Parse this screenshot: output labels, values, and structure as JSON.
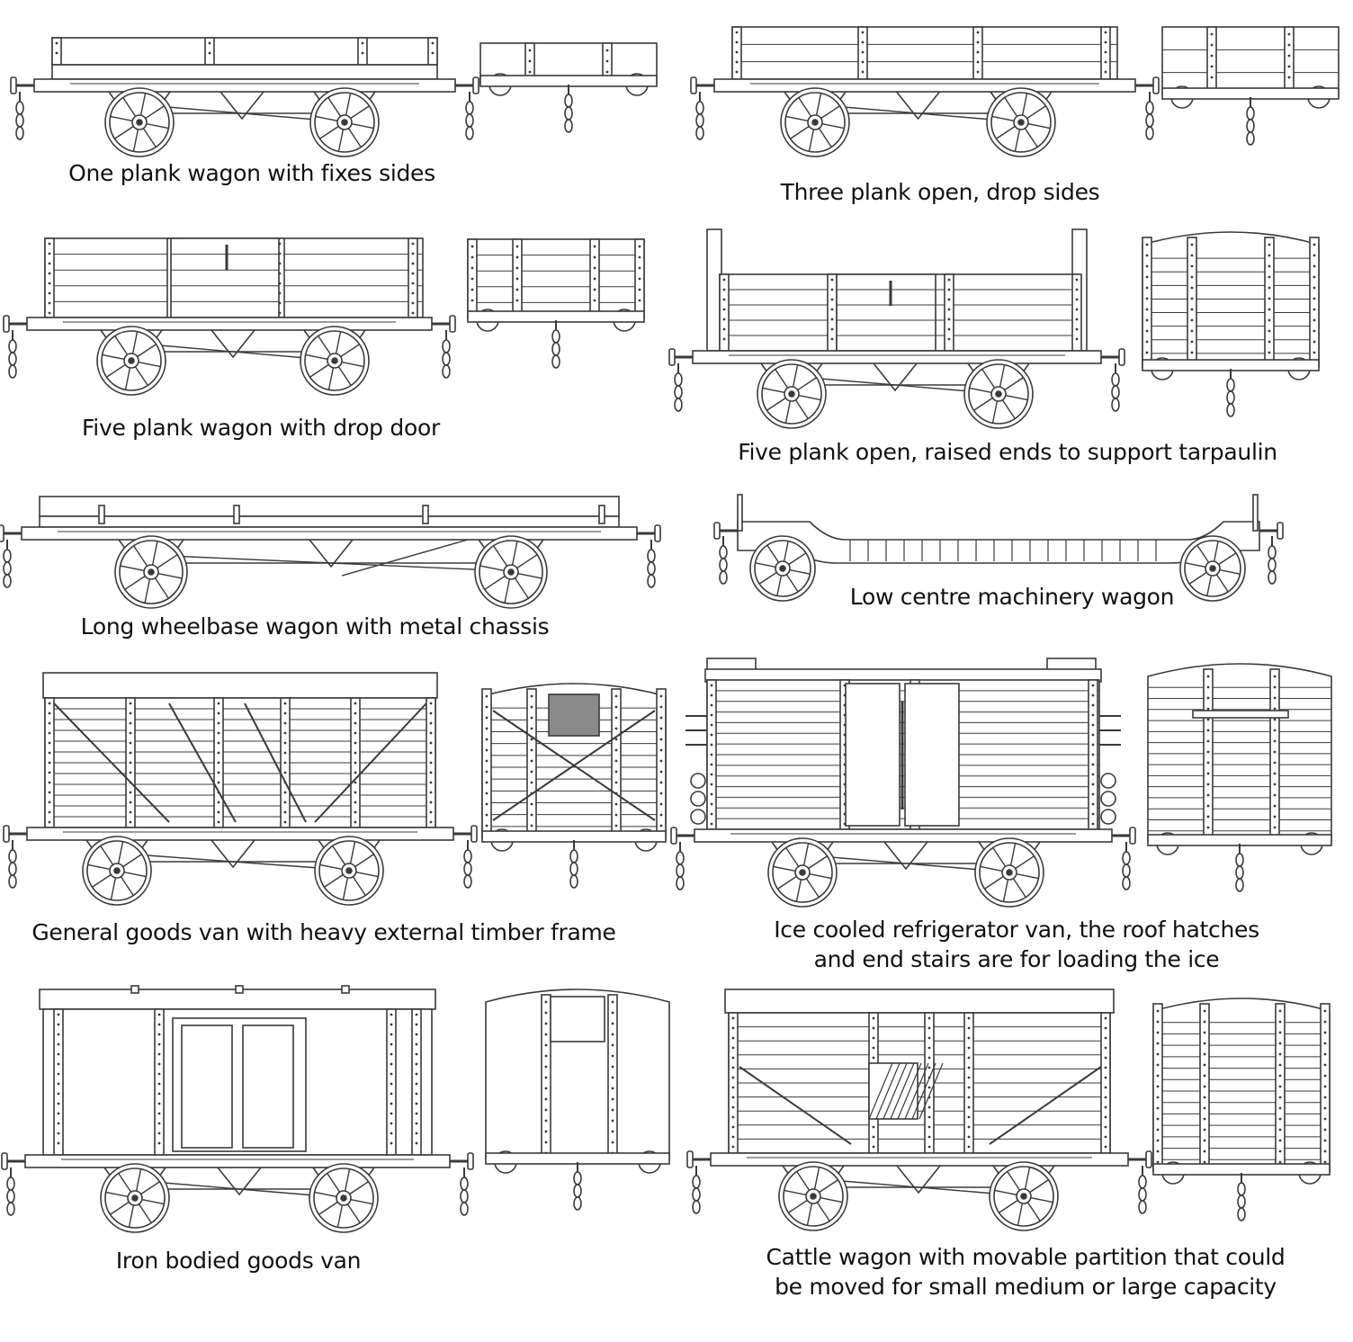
{
  "colors": {
    "stroke": "#3a3a3a",
    "fill": "#ffffff",
    "hatch": "#666666",
    "text": "#111111"
  },
  "wagons": [
    {
      "id": "one-plank",
      "lines": [
        "One plank wagon with fixes sides"
      ]
    },
    {
      "id": "three-plank",
      "lines": [
        "Three plank open, drop sides"
      ]
    },
    {
      "id": "five-plank-door",
      "lines": [
        "Five plank wagon with drop door"
      ]
    },
    {
      "id": "five-plank-raised",
      "lines": [
        "Five plank open, raised ends to support tarpaulin"
      ]
    },
    {
      "id": "long-wheelbase",
      "lines": [
        "Long wheelbase wagon with metal chassis"
      ]
    },
    {
      "id": "low-centre",
      "lines": [
        "Low centre machinery wagon"
      ]
    },
    {
      "id": "general-goods-van",
      "lines": [
        "General goods van with heavy external timber frame"
      ]
    },
    {
      "id": "ice-van",
      "lines": [
        "Ice cooled refrigerator van, the roof hatches",
        "and end stairs are for loading the ice"
      ]
    },
    {
      "id": "iron-van",
      "lines": [
        "Iron bodied goods van"
      ]
    },
    {
      "id": "cattle-wagon",
      "lines": [
        "Cattle wagon with movable partition that could",
        "be moved for small medium or large capacity"
      ]
    }
  ]
}
